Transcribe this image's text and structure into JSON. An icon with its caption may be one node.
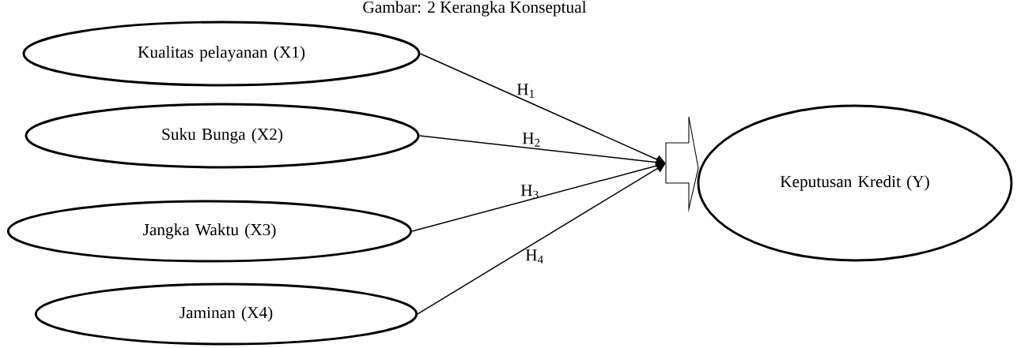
{
  "diagram": {
    "title": "Gambar: 2 Kerangka Konseptual",
    "nodes": [
      {
        "text": [
          "Kualitas pelayanan (X1)"
        ]
      },
      {
        "text": [
          "Suku Bunga (X2)"
        ]
      },
      {
        "text": [
          "Jangka Waktu (X3)"
        ]
      },
      {
        "text": [
          "Jaminan (X4)"
        ]
      },
      {
        "text": [],
        "shape": "arrow"
      },
      {
        "text": [
          "Keputusan Kredit (Y)"
        ]
      }
    ],
    "edges": [
      {
        "from": 0,
        "to": 4,
        "arrow": "to",
        "label": "H$_{1}$"
      },
      {
        "from": 1,
        "to": 4,
        "arrow": "to",
        "label": "H$_{2}$"
      },
      {
        "from": 2,
        "to": 4,
        "arrow": "to",
        "label": "H$_{3}$"
      },
      {
        "from": 3,
        "to": 4,
        "arrow": "to",
        "label": "H$_{4}$"
      }
    ]
  }
}
